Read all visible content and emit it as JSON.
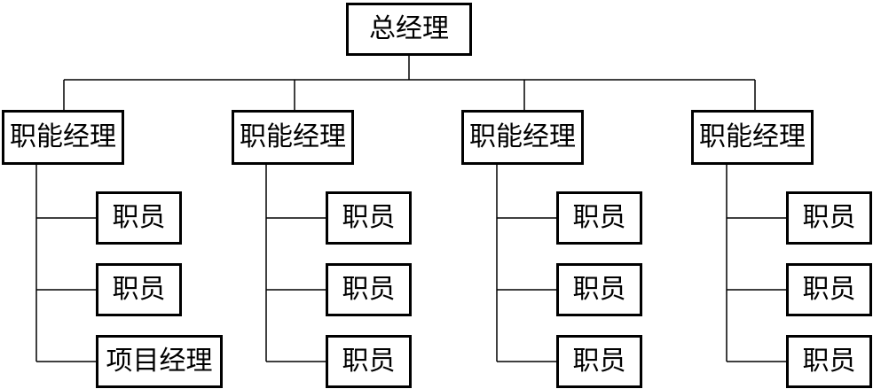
{
  "org_chart": {
    "root": {
      "label": "总经理"
    },
    "departments": [
      {
        "manager": "职能经理",
        "members": [
          "职员",
          "职员",
          "项目经理"
        ]
      },
      {
        "manager": "职能经理",
        "members": [
          "职员",
          "职员",
          "职员"
        ]
      },
      {
        "manager": "职能经理",
        "members": [
          "职员",
          "职员",
          "职员"
        ]
      },
      {
        "manager": "职能经理",
        "members": [
          "职员",
          "职员",
          "职员"
        ]
      }
    ]
  }
}
